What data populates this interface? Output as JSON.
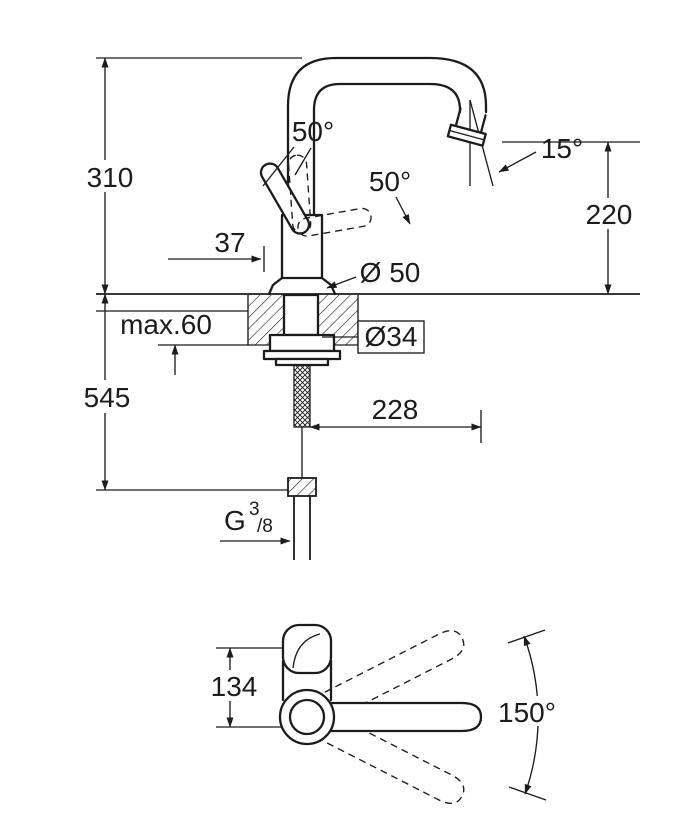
{
  "side": {
    "height_above_counter": "310",
    "total_height": "545",
    "handle_offset": "37",
    "base_diameter": "Ø 50",
    "max_counter_thickness": "max.60",
    "hole_diameter": "Ø34",
    "outlet_height": "220",
    "spout_reach": "228",
    "handle_angle_front": "50°",
    "handle_angle_back": "50°",
    "outlet_angle": "15°",
    "thread": {
      "prefix": "G",
      "sup": "3",
      "sub": "/8"
    }
  },
  "top": {
    "handle_reach": "134",
    "swivel_angle": "150°"
  },
  "colors": {
    "line": "#1c1c1c",
    "background": "#ffffff"
  }
}
